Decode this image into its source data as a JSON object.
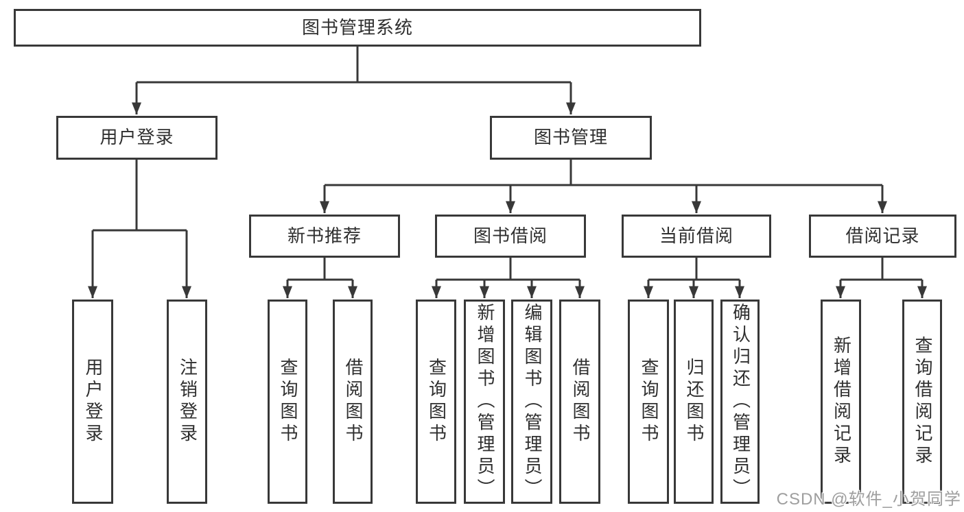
{
  "diagram": {
    "title_node": {
      "label": "图书管理系统"
    },
    "branches": [
      {
        "label": "用户登录",
        "children": [
          {
            "label": "用户登录"
          },
          {
            "label": "注销登录"
          }
        ]
      },
      {
        "label": "图书管理",
        "children": [
          {
            "label": "新书推荐",
            "children": [
              {
                "label": "查询图书"
              },
              {
                "label": "借阅图书"
              }
            ]
          },
          {
            "label": "图书借阅",
            "children": [
              {
                "label": "查询图书"
              },
              {
                "label": "新增图书（管理员）"
              },
              {
                "label": "编辑图书（管理员）"
              },
              {
                "label": "借阅图书"
              }
            ]
          },
          {
            "label": "当前借阅",
            "children": [
              {
                "label": "查询图书"
              },
              {
                "label": "归还图书"
              },
              {
                "label": "确认归还（管理员）"
              }
            ]
          },
          {
            "label": "借阅记录",
            "children": [
              {
                "label": "新增借阅记录"
              },
              {
                "label": "查询借阅记录"
              }
            ]
          }
        ]
      }
    ]
  },
  "watermark": "CSDN @软件_小贺同学",
  "colors": {
    "line": "#383838",
    "text": "#2f2f2f",
    "background": "#ffffff",
    "watermark_text": "#9e9e9e"
  }
}
